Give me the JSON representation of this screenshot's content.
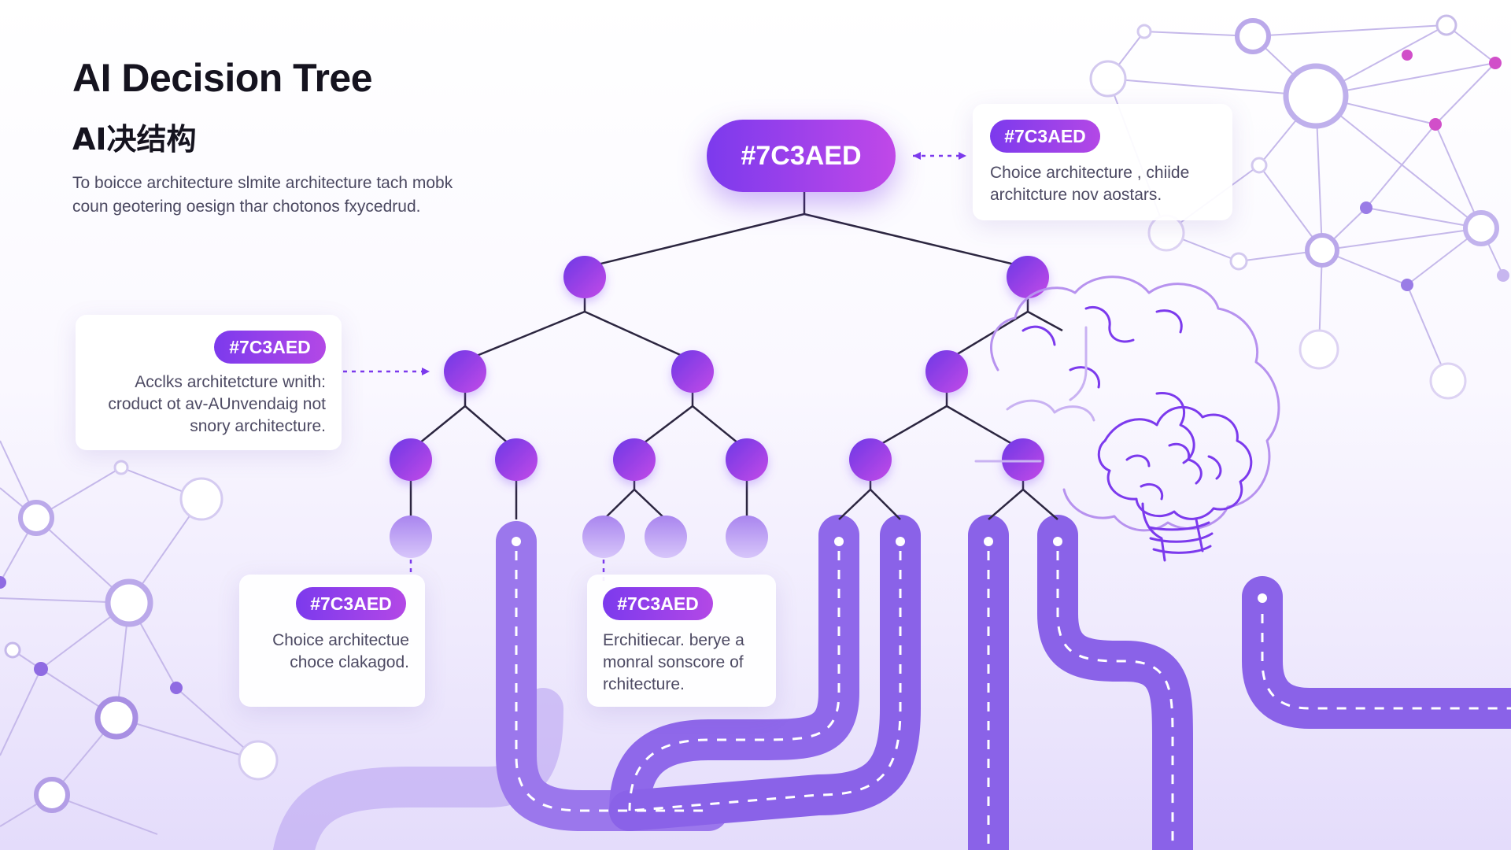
{
  "title": "AI Decision Tree",
  "subtitle": "AI决结构",
  "intro_lines": [
    "To boicce architecture slmite architecture tach mobk",
    "coun geotering oesign thar chotonos fxycedrud."
  ],
  "root_label": "#7C3AED",
  "cards": [
    {
      "tag": "#7C3AED",
      "lines": [
        "Choice architecture , chiide",
        "architcture nov aostars."
      ]
    },
    {
      "tag": "#7C3AED",
      "lines": [
        "Acclks architetcture wnith:",
        "croduct ot av-AUnvendaig not",
        "snory architecture."
      ]
    },
    {
      "tag": "#7C3AED",
      "lines": [
        "Choice architectue",
        "choce clakagod."
      ]
    },
    {
      "tag": "#7C3AED",
      "lines": [
        "Erchitiecar. berye a",
        "monral sonscore of",
        "rchitecture."
      ]
    }
  ],
  "colors": {
    "accent": "#7C3AED",
    "accent_end": "#C048E8",
    "road": "#8B62E8",
    "network": "#B3A3E4",
    "text_dark": "#15131F",
    "text_body": "#4D4A63"
  },
  "icons": [
    "brain-icon",
    "neural-network-background"
  ]
}
